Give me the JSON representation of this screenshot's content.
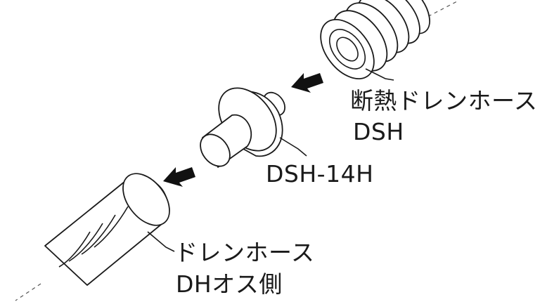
{
  "parts": {
    "insulated_hose": {
      "name": "断熱ドレンホース",
      "model": "DSH"
    },
    "adapter": {
      "model": "DSH-14H"
    },
    "drain_hose": {
      "name": "ドレンホース",
      "model": "DHオス側"
    }
  }
}
